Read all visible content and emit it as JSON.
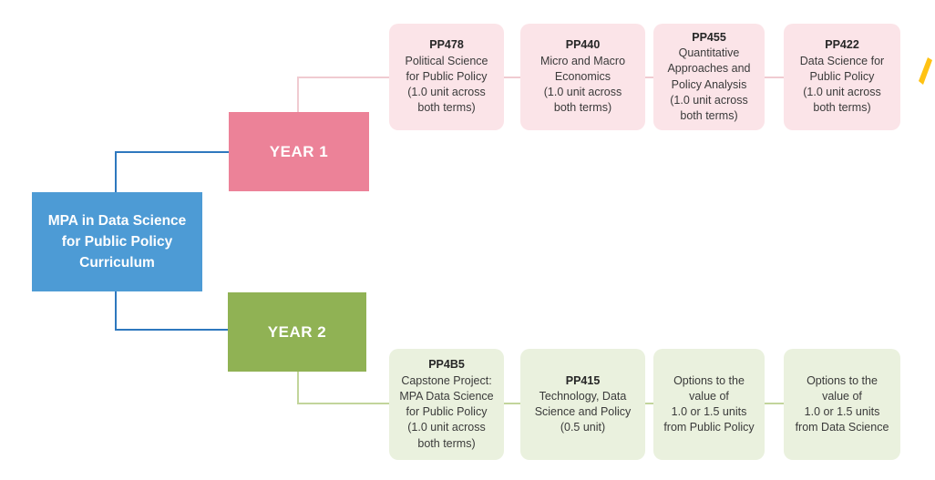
{
  "root": {
    "label": "MPA in Data Science\nfor Public Policy\nCurriculum"
  },
  "year1": {
    "label": "YEAR 1",
    "courses": [
      {
        "code": "PP478",
        "title": "Political Science\nfor Public Policy",
        "units": "(1.0 unit across\nboth terms)"
      },
      {
        "code": "PP440",
        "title": "Micro and Macro\nEconomics",
        "units": "(1.0 unit across\nboth terms)"
      },
      {
        "code": "PP455",
        "title": "Quantitative\nApproaches and\nPolicy Analysis",
        "units": "(1.0 unit across\nboth terms)"
      },
      {
        "code": "PP422",
        "title": "Data Science for\nPublic Policy",
        "units": "(1.0 unit across\nboth terms)"
      }
    ]
  },
  "year2": {
    "label": "YEAR 2",
    "courses": [
      {
        "code": "PP4B5",
        "title": "Capstone Project:\nMPA Data Science\nfor Public Policy",
        "units": "(1.0 unit across\nboth terms)"
      },
      {
        "code": "PP415",
        "title": "Technology, Data\nScience and Policy",
        "units": "(0.5 unit)"
      },
      {
        "code": "",
        "title": "Options to the\nvalue of\n1.0 or 1.5 units\nfrom Public Policy",
        "units": ""
      },
      {
        "code": "",
        "title": "Options to the\nvalue of\n1.0 or 1.5 units\nfrom Data Science",
        "units": ""
      }
    ]
  },
  "icons": {
    "accent_mark": "yellow-pen-stroke"
  },
  "colors": {
    "root_fill": "#4D9BD5",
    "connector_blue": "#2E78BE",
    "year1_fill": "#EC8298",
    "course_pink_fill": "#FBE4E8",
    "connector_pink": "#F0CBD1",
    "year2_fill": "#90B254",
    "course_green_fill": "#EAF1DE",
    "connector_green": "#C2D59B",
    "accent_mark": "#FFC213",
    "text": "#3A3A3A",
    "code_text": "#262626",
    "box_label_text": "#FFFFFF"
  }
}
